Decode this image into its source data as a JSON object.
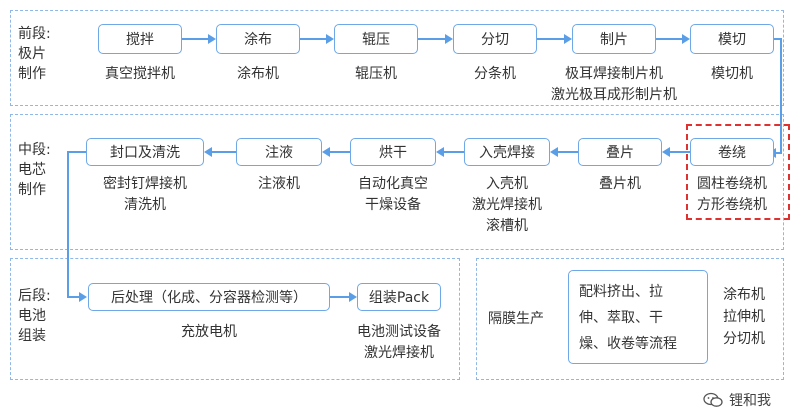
{
  "sections": {
    "front": {
      "label": "前段:\n极片\n制作"
    },
    "middle": {
      "label": "中段:\n电芯\n制作"
    },
    "back": {
      "label": "后段:\n电池\n组装"
    }
  },
  "front_steps": [
    {
      "box": "搅拌",
      "caption": "真空搅拌机"
    },
    {
      "box": "涂布",
      "caption": "涂布机"
    },
    {
      "box": "辊压",
      "caption": "辊压机"
    },
    {
      "box": "分切",
      "caption": "分条机"
    },
    {
      "box": "制片",
      "caption": "极耳焊接制片机\n激光极耳成形制片机"
    },
    {
      "box": "模切",
      "caption": "模切机"
    }
  ],
  "middle_steps": [
    {
      "box": "卷绕",
      "caption": "圆柱卷绕机\n方形卷绕机"
    },
    {
      "box": "叠片",
      "caption": "叠片机"
    },
    {
      "box": "入壳焊接",
      "caption": "入壳机\n激光焊接机\n滚槽机"
    },
    {
      "box": "烘干",
      "caption": "自动化真空\n干燥设备"
    },
    {
      "box": "注液",
      "caption": "注液机"
    },
    {
      "box": "封口及清洗",
      "caption": "密封钉焊接机\n清洗机"
    }
  ],
  "back_steps": [
    {
      "box": "后处理（化成、分容器检测等）",
      "caption": "充放电机"
    },
    {
      "box": "组装Pack",
      "caption": "电池测试设备\n激光焊接机"
    }
  ],
  "separator": {
    "label": "隔膜生产",
    "box": "配料挤出、拉\n伸、萃取、干\n燥、收卷等流程",
    "caption": "涂布机\n拉伸机\n分切机"
  },
  "watermark": "锂和我",
  "colors": {
    "box_border": "#6fa8e6",
    "arrow": "#5b9ee8",
    "section_border": "#8fb8e8",
    "highlight": "#e03131"
  }
}
